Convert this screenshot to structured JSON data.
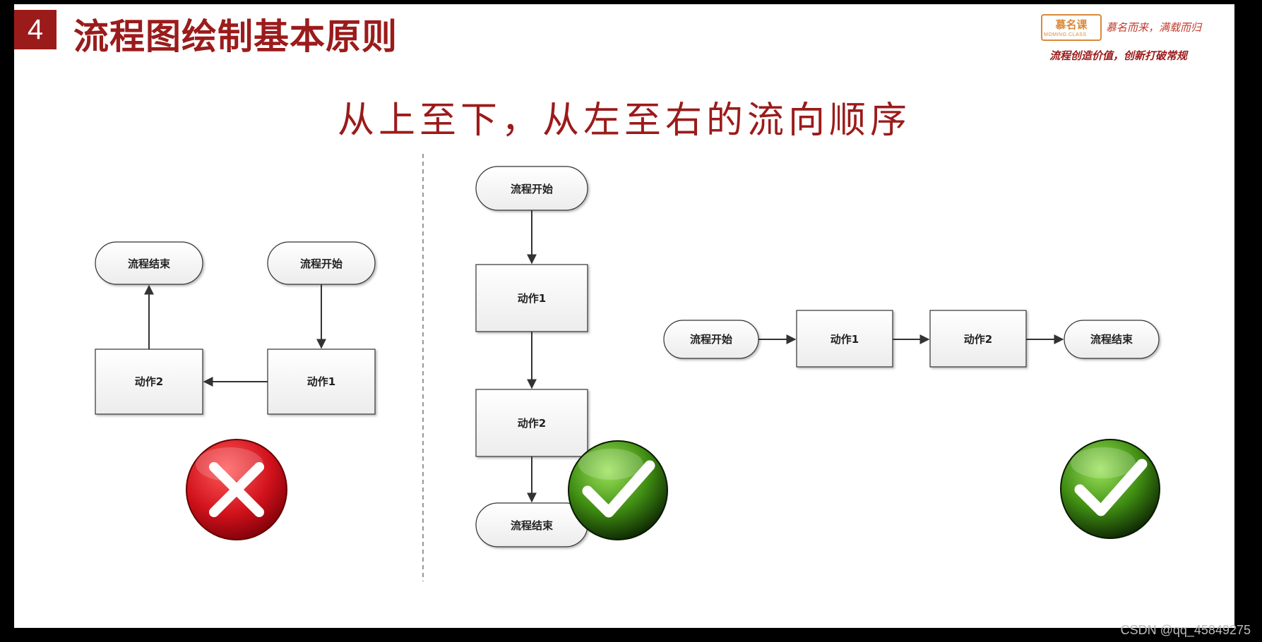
{
  "slide": {
    "number": "4",
    "title": "流程图绘制基本原则",
    "heading": "从上至下，从左至右的流向顺序"
  },
  "brand": {
    "logo": "慕名课",
    "logo_sub": "MOMING CLASS",
    "slogan1": "慕名而来，满载而归",
    "slogan2": "流程创造价值，创新打破常规"
  },
  "diagrams": {
    "wrong": {
      "start": "流程开始",
      "action1": "动作1",
      "action2": "动作2",
      "end": "流程结束",
      "verdict": "cross-icon"
    },
    "vertical": {
      "start": "流程开始",
      "action1": "动作1",
      "action2": "动作2",
      "end": "流程结束",
      "verdict": "check-icon"
    },
    "horizontal": {
      "start": "流程开始",
      "action1": "动作1",
      "action2": "动作2",
      "end": "流程结束",
      "verdict": "check-icon"
    }
  },
  "colors": {
    "accent": "#9b1b1b",
    "wrong": "#c0111a",
    "right": "#4b9d14"
  },
  "watermark": "CSDN @qq_45849275"
}
